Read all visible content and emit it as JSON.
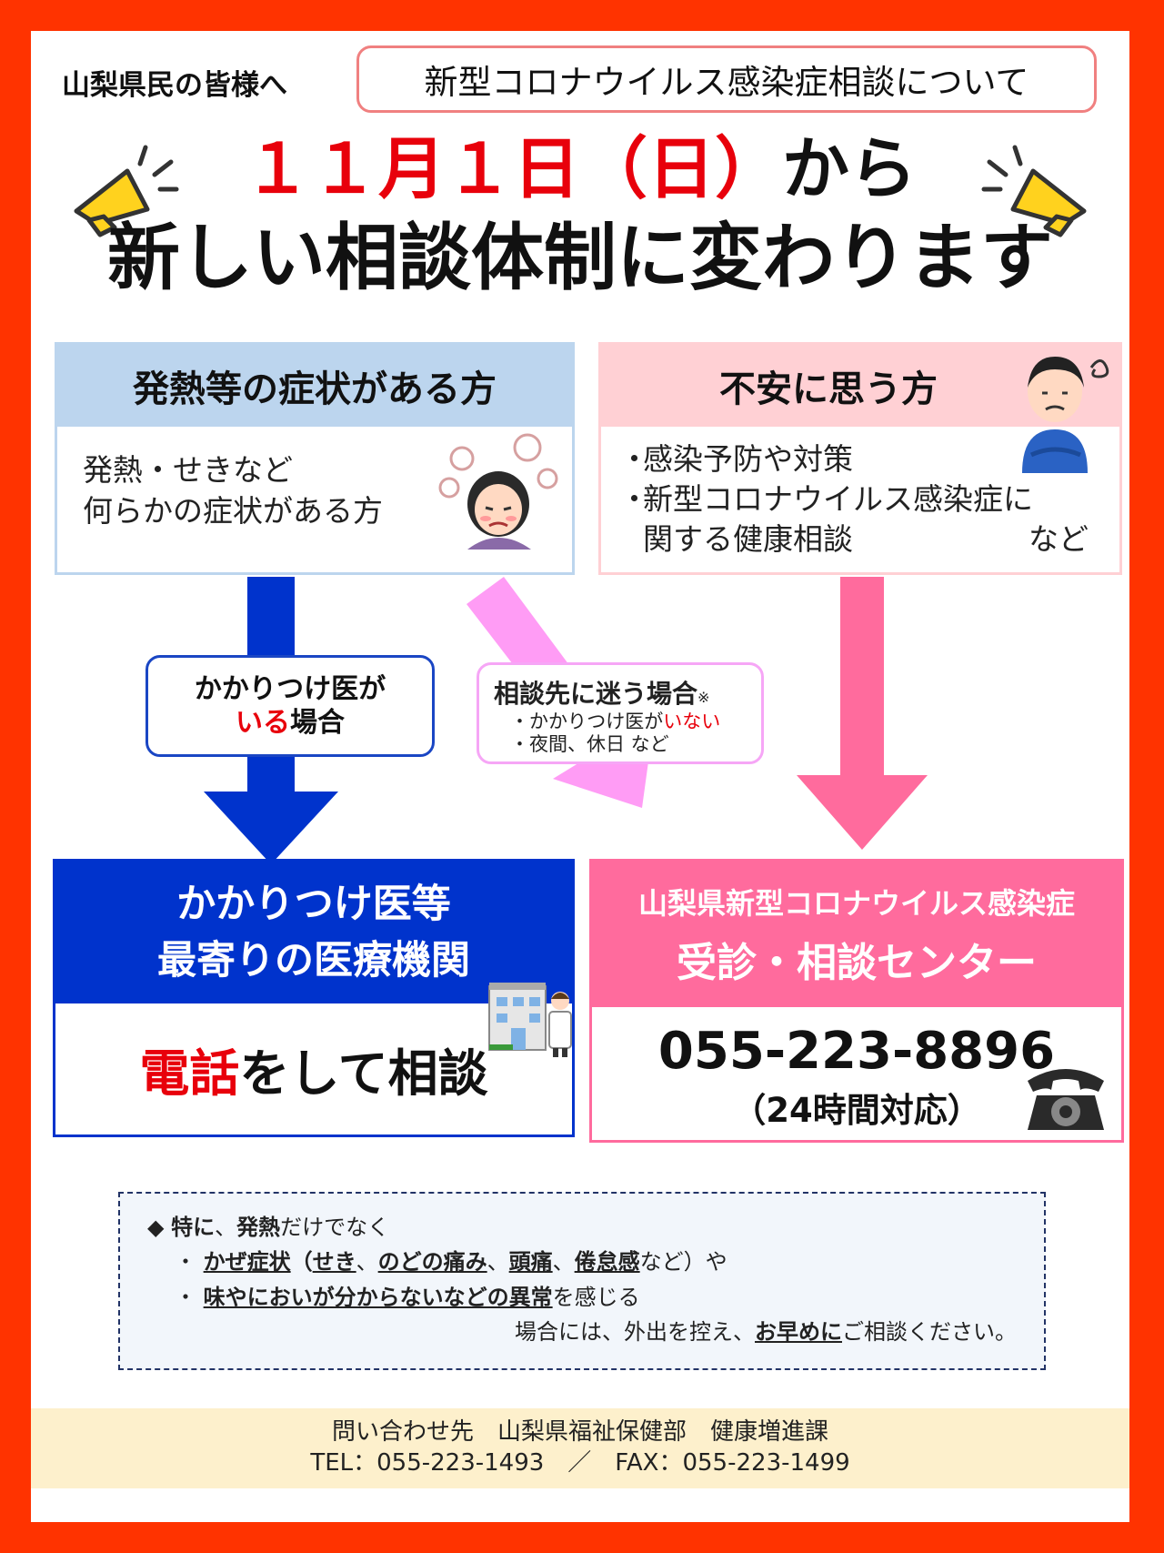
{
  "header": {
    "to_residents": "山梨県民の皆様へ",
    "topic": "新型コロナウイルス感染症相談について",
    "date_red": "１１月１日（日）",
    "date_suffix": "から",
    "headline": "新しい相談体制に変わります"
  },
  "fever_box": {
    "title": "発熱等の症状がある方",
    "line1": "発熱・せきなど",
    "line2": "何らかの症状がある方"
  },
  "anxiety_box": {
    "title": "不安に思う方",
    "bullet1": "感染予防や対策",
    "bullet2_line1": "新型コロナウイルス感染症に",
    "bullet2_line2": "関する健康相談",
    "bullet2_suffix": "など",
    "bullet_mark": "・"
  },
  "gp_label": {
    "line1": "かかりつけ医が",
    "line2_red": "いる",
    "line2_rest": "場合"
  },
  "unsure_label": {
    "title": "相談先に迷う場合",
    "note_mark": "※",
    "item1_prefix": "・かかりつけ医が",
    "item1_red": "いない",
    "item2": "・夜間、休日 など"
  },
  "gp_box": {
    "head_line1": "かかりつけ医等",
    "head_line2": "最寄りの医療機関",
    "body_red": "電話",
    "body_rest": "をして相談"
  },
  "center_box": {
    "head_line1": "山梨県新型コロナウイルス感染症",
    "head_line2": "受診・相談センター",
    "phone": "055-223-8896",
    "hours": "（24時間対応）"
  },
  "notice": {
    "l1_mark": "◆",
    "l1_b1": "特に",
    "l1_sep": "、",
    "l1_b2": "発熱",
    "l1_rest": "だけでなく",
    "bullet": "・",
    "l2_u1": "かぜ症状",
    "l2_p1": "（",
    "l2_u2": "せき",
    "l2_p2": "、",
    "l2_u3": "のどの痛み",
    "l2_p3": "、",
    "l2_u4": "頭痛",
    "l2_p4": "、",
    "l2_u5": "倦怠感",
    "l2_rest": "など）や",
    "l3_u1": "味やにおいが分からないなどの異常",
    "l3_rest": "を感じる",
    "l4_pre": "場合には、外出を控え、",
    "l4_u": "お早めに",
    "l4_post": "ご相談ください。"
  },
  "footer": {
    "line1": "問い合わせ先　山梨県福祉保健部　健康増進課",
    "line2": "TEL：055-223-1493　／　FAX：055-223-1499"
  },
  "colors": {
    "frame": "#ff3300",
    "red_text": "#e8000b",
    "blue": "#0033cc",
    "pink": "#ff6b9d",
    "light_pink_arrow": "#ff9cf5",
    "light_blue_head": "#bcd5ee",
    "light_pink_head": "#ffd0d4",
    "megaphone": "#ffd21e"
  },
  "icons": [
    "megaphone-icon",
    "woman-sick-icon",
    "worried-man-icon",
    "hospital-doctor-icon",
    "telephone-icon"
  ]
}
